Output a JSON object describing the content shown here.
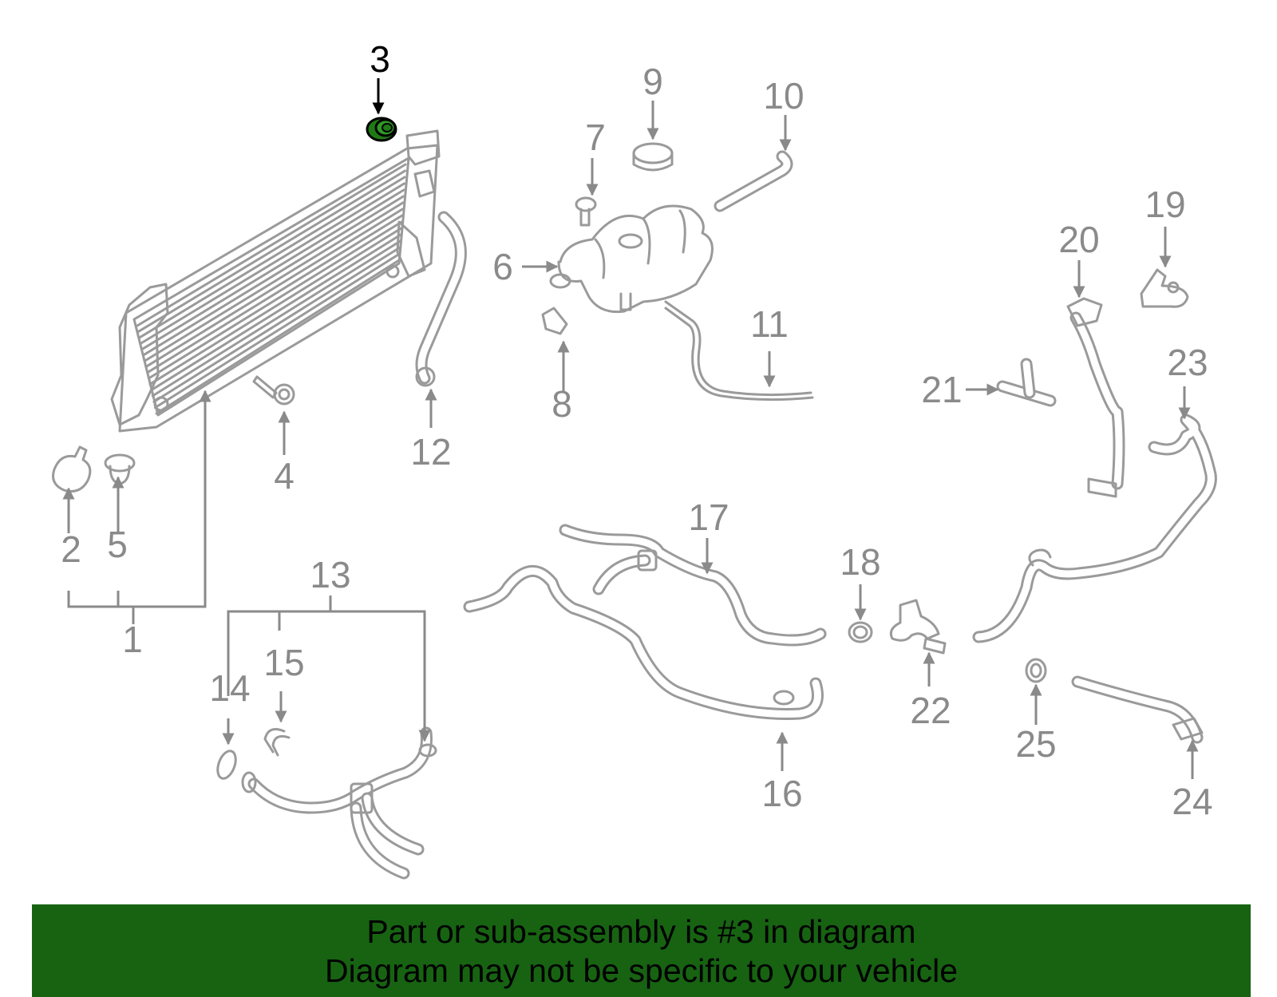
{
  "highlight_color": "#176312",
  "banner_color": "#176312",
  "highlighted_part": "3",
  "callouts": {
    "c1": "1",
    "c2": "2",
    "c3": "3",
    "c4": "4",
    "c5": "5",
    "c6": "6",
    "c7": "7",
    "c8": "8",
    "c9": "9",
    "c10": "10",
    "c11": "11",
    "c12": "12",
    "c13": "13",
    "c14": "14",
    "c15": "15",
    "c16": "16",
    "c17": "17",
    "c18": "18",
    "c19": "19",
    "c20": "20",
    "c21": "21",
    "c22": "22",
    "c23": "23",
    "c24": "24",
    "c25": "25"
  },
  "banner": {
    "line1": "Part or sub-assembly is #3 in diagram",
    "line2": "Diagram may not be specific to your vehicle"
  }
}
